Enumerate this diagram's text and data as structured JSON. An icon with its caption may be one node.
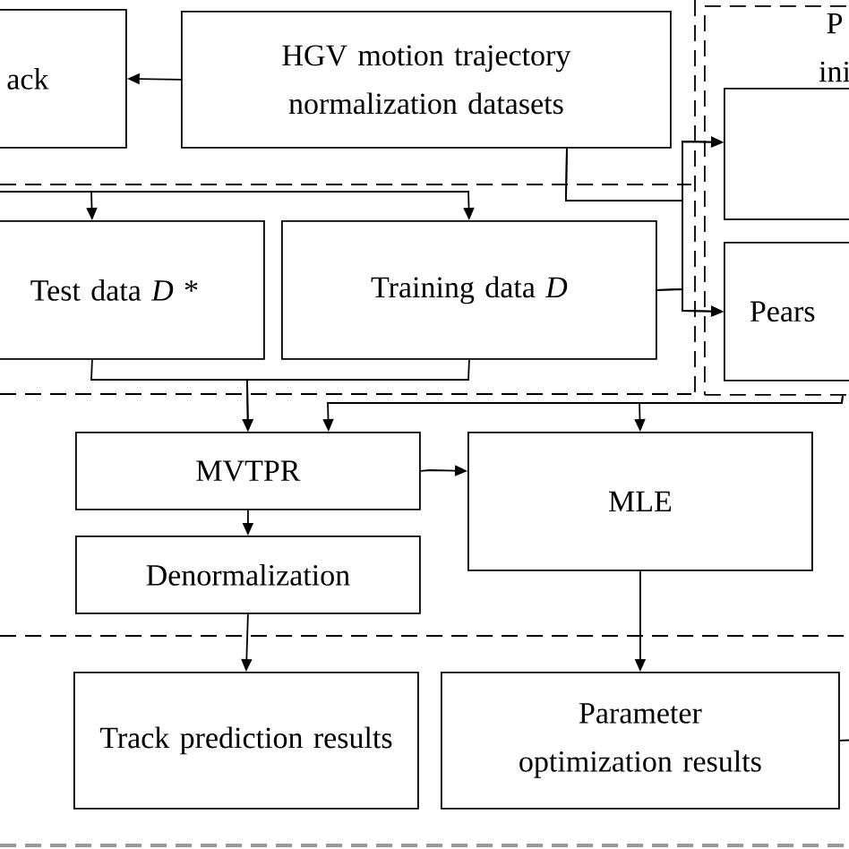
{
  "diagram": {
    "nodes": [
      {
        "text": [
          "ack"
        ]
      },
      {
        "text": [
          "HGV motion trajectory normalization datasets"
        ]
      },
      {
        "text": [
          "P ini"
        ]
      },
      {
        "text": [],
        "shape": "box",
        "in": 2
      },
      {
        "text": [
          "Pears"
        ],
        "in": 2
      },
      {
        "text": [
          "Test data *D* *"
        ]
      },
      {
        "text": [
          "Training data *D*"
        ]
      },
      {
        "text": [
          "MVTPR"
        ]
      },
      {
        "text": [
          "Denormalization"
        ]
      },
      {
        "text": [
          "MLE"
        ]
      },
      {
        "text": [
          "Track prediction results"
        ]
      },
      {
        "text": [
          "Parameter optimization results"
        ]
      }
    ],
    "edges": [
      {
        "from": 1,
        "to": 0,
        "arrow": "to"
      },
      {
        "from": 1,
        "to": 3,
        "arrow": "to"
      },
      {
        "from": 1,
        "to": 4,
        "arrow": "to"
      },
      {
        "from": 6,
        "to": 3,
        "arrow": "to"
      },
      {
        "from": 6,
        "to": 4,
        "arrow": "to"
      },
      {
        "from": null,
        "to": 5,
        "arrow": "to"
      },
      {
        "from": null,
        "to": 6,
        "arrow": "to"
      },
      {
        "from": 5,
        "to": 7,
        "arrow": "to"
      },
      {
        "from": 6,
        "to": 7,
        "arrow": "to"
      },
      {
        "from": 2,
        "to": 7,
        "arrow": "to"
      },
      {
        "from": 2,
        "to": 9,
        "arrow": "to"
      },
      {
        "from": 7,
        "to": 9,
        "arrow": "to"
      },
      {
        "from": 7,
        "to": 8,
        "arrow": "to"
      },
      {
        "from": 8,
        "to": 10,
        "arrow": "to"
      },
      {
        "from": 9,
        "to": 11,
        "arrow": "to"
      },
      {
        "from": 11,
        "to": null,
        "arrow": "none"
      }
    ]
  }
}
